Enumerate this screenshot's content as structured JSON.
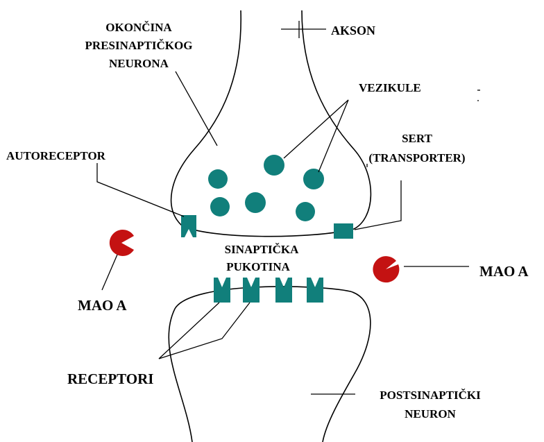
{
  "labels": {
    "terminal_line1": "OKONČINA",
    "terminal_line2": "PRESINAPTIČKOG",
    "terminal_line3": "NEURONA",
    "axon": "AKSON",
    "vesicles": "VEZIKULE",
    "autoreceptor": "AUTORECEPTOR",
    "sert_line1": "SERT",
    "sert_line2": "(TRANSPORTER)",
    "cleft_line1": "SINAPTIČKA",
    "cleft_line2": "PUKOTINA",
    "mao_left": "MAO A",
    "mao_right": "MAO A",
    "receptors": "RECEPTORI",
    "post_line1": "POSTSINAPTIČKI",
    "post_line2": "NEURON"
  },
  "colors": {
    "vesicle": "#117f7b",
    "receptor": "#117f7b",
    "mao_enzyme": "#c41212",
    "outline": "#000000"
  }
}
